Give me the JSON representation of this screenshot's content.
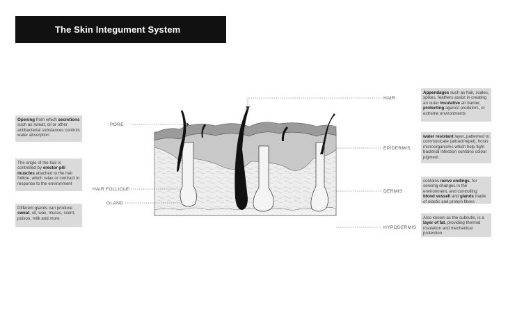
{
  "title": "The Skin Integument System",
  "labels": {
    "pore": "PORE",
    "hair_follicle": "HAIR FOLLICLE",
    "gland": "GLAND",
    "hair": "HAIR",
    "epidermis": "EPIDERMIS",
    "dermis": "DERMIS",
    "hypodermis": "HYPODERMIS"
  },
  "notes": {
    "opening": [
      {
        "b": "Opening",
        "t": " from which "
      },
      {
        "b": "secretions",
        "t": ""
      },
      {
        "b": "",
        "t": " such as sweat, oil or other antibacterial substances controls water absorption"
      }
    ],
    "hair_angle": [
      {
        "b": "",
        "t": "The angle of the hair is controlled by "
      },
      {
        "b": "erector-pili muscles",
        "t": ""
      },
      {
        "b": "",
        "t": " attached to the hair follicle, which relax or contract in response to the environment"
      }
    ],
    "glands": [
      {
        "b": "",
        "t": "Different glands can produce "
      },
      {
        "b": "sweat",
        "t": ""
      },
      {
        "b": "",
        "t": ", oil, wax, mucus, scent, poison, milk and more"
      }
    ],
    "appendages": [
      {
        "b": "Appendages",
        "t": " such as hair, scales, spikes, feathers assist in creating an outer "
      },
      {
        "b": "insulative",
        "t": ""
      },
      {
        "b": "",
        "t": " air barrier, "
      },
      {
        "b": "protecting",
        "t": ""
      },
      {
        "b": "",
        "t": " against predators, or extreme environments"
      }
    ],
    "water_resistant": [
      {
        "b": "water resistant",
        "t": " layer, patterned to communicate (attract/repel), hosts microorganisms which help fight bacterial infection contains colour pigment"
      }
    ],
    "nerve": [
      {
        "b": "",
        "t": "contains "
      },
      {
        "b": "nerve endings",
        "t": ","
      },
      {
        "b": "",
        "t": " for sensing changes in the environment, and controlling "
      },
      {
        "b": "blood vessell",
        "t": " and "
      },
      {
        "b": "glands",
        "t": ""
      },
      {
        "b": "",
        "t": " made of elastic and protein fibres"
      }
    ],
    "subcutis": [
      {
        "b": "",
        "t": "Also known as the subcutis, is a "
      },
      {
        "b": "layer of fat",
        "t": ","
      },
      {
        "b": "",
        "t": " providing thermal insulation and mechanical protection"
      }
    ]
  },
  "colors": {
    "title_bg": "#111111",
    "box_bg": "#dadada",
    "epidermis_dark": "#9a9a9a",
    "epidermis_light": "#c8c8c8",
    "dermis": "#e8e8e8",
    "hypodermis": "#efefef",
    "hair": "#111111"
  }
}
